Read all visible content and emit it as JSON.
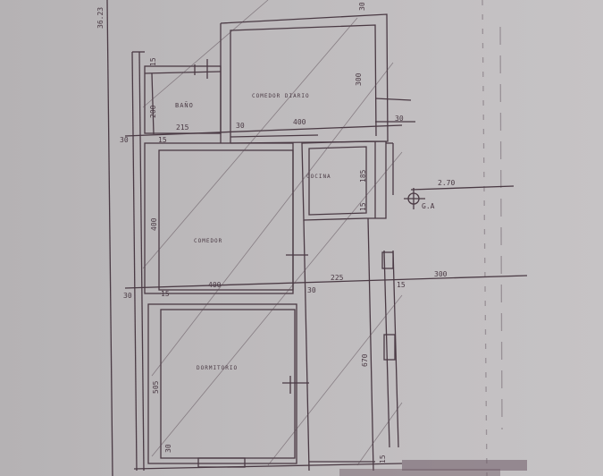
{
  "drawing": {
    "type": "hand-drawn architectural floor plan",
    "ink_color": "#4a3a44",
    "paper_color": "#bdbabc",
    "lot_dimension": "36.23"
  },
  "rooms": [
    {
      "id": "bano",
      "label": "BAÑO"
    },
    {
      "id": "comedor-diario",
      "label": "COMEDOR DIARIO"
    },
    {
      "id": "cocina",
      "label": "COCINA"
    },
    {
      "id": "comedor",
      "label": "COMEDOR"
    },
    {
      "id": "dormitorio",
      "label": "DORMITORIO"
    }
  ],
  "symbols": {
    "ga_label": "G.A",
    "ga_distance": "2.70"
  },
  "dimensions": {
    "bano_top_wall": "15",
    "bano_height": "200",
    "bano_width": "215",
    "wall_between_bano_comedor_diario": "30",
    "comedor_diario_width": "400",
    "comedor_diario_height": "300",
    "top_right_wall": "30",
    "right_wall_offset": "30",
    "top_right_corner": "30",
    "left_wall_top": "30",
    "left_wall_mid": "30",
    "comedor_wall_top": "15",
    "cocina_height": "185",
    "cocina_bottom_wall": "15",
    "comedor_height": "400",
    "comedor_width": "400",
    "comedor_bottom_wall": "15",
    "hall_wall": "30",
    "hall_width": "225",
    "right_wall_thickness": "15",
    "exterior_setback": "300",
    "dormitorio_height": "505",
    "dormitorio_bottom_wall": "30",
    "hall_length": "670",
    "bottom_right_wall": "15"
  }
}
